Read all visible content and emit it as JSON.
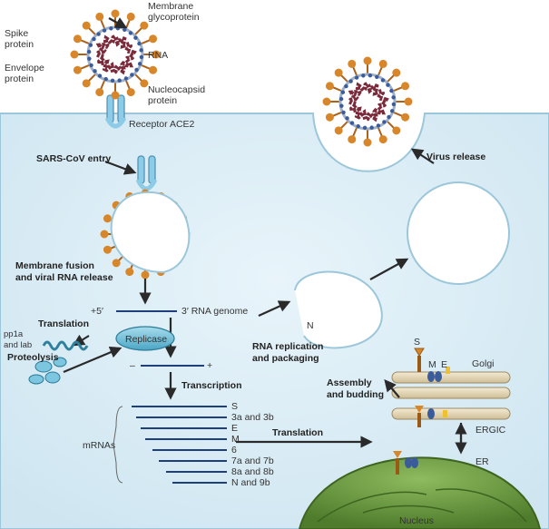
{
  "virion_labels": {
    "membrane_glycoprotein_l1": "Membrane",
    "membrane_glycoprotein_l2": "glycoprotein",
    "spike_l1": "Spike",
    "spike_l2": "protein",
    "rna": "RNA",
    "envelope_l1": "Envelope",
    "envelope_l2": "protein",
    "nucleocapsid_l1": "Nucleocapsid",
    "nucleocapsid_l2": "protein",
    "receptor": "Receptor ACE2"
  },
  "steps": {
    "entry": "SARS-CoV entry",
    "fusion_l1": "Membrane fusion",
    "fusion_l2": "and viral RNA release",
    "translation": "Translation",
    "proteolysis": "Proteolysis",
    "transcription": "Transcription",
    "translation2": "Translation",
    "replication_l1": "RNA replication",
    "replication_l2": "and packaging",
    "assembly_l1": "Assembly",
    "assembly_l2": "and budding",
    "release": "Virus release"
  },
  "genome": {
    "plus5": "+5′",
    "three_prime": "3′ RNA genome",
    "minus": "–",
    "plus": "+",
    "replicase": "Replicase",
    "pp1_l1": "pp1a",
    "pp1_l2": "and lab"
  },
  "mrnas": {
    "group_label": "mRNAs",
    "items": [
      "S",
      "3a and 3b",
      "E",
      "M",
      "6",
      "7a and 7b",
      "8a and 8b",
      "N and 9b"
    ]
  },
  "organelles": {
    "golgi": "Golgi",
    "ergic": "ERGIC",
    "er": "ER",
    "nucleus": "Nucleus",
    "s": "S",
    "m": "M",
    "e": "E",
    "n": "N"
  },
  "colors": {
    "cytoplasm": "#dcedf5",
    "spike": "#d8862a",
    "envelope": "#9fb0c8",
    "rna": "#7a2a3a",
    "membrane_protein": "#3b5c9a",
    "nucleus": "#5d8a3a",
    "golgi": "#e8dcc0"
  }
}
